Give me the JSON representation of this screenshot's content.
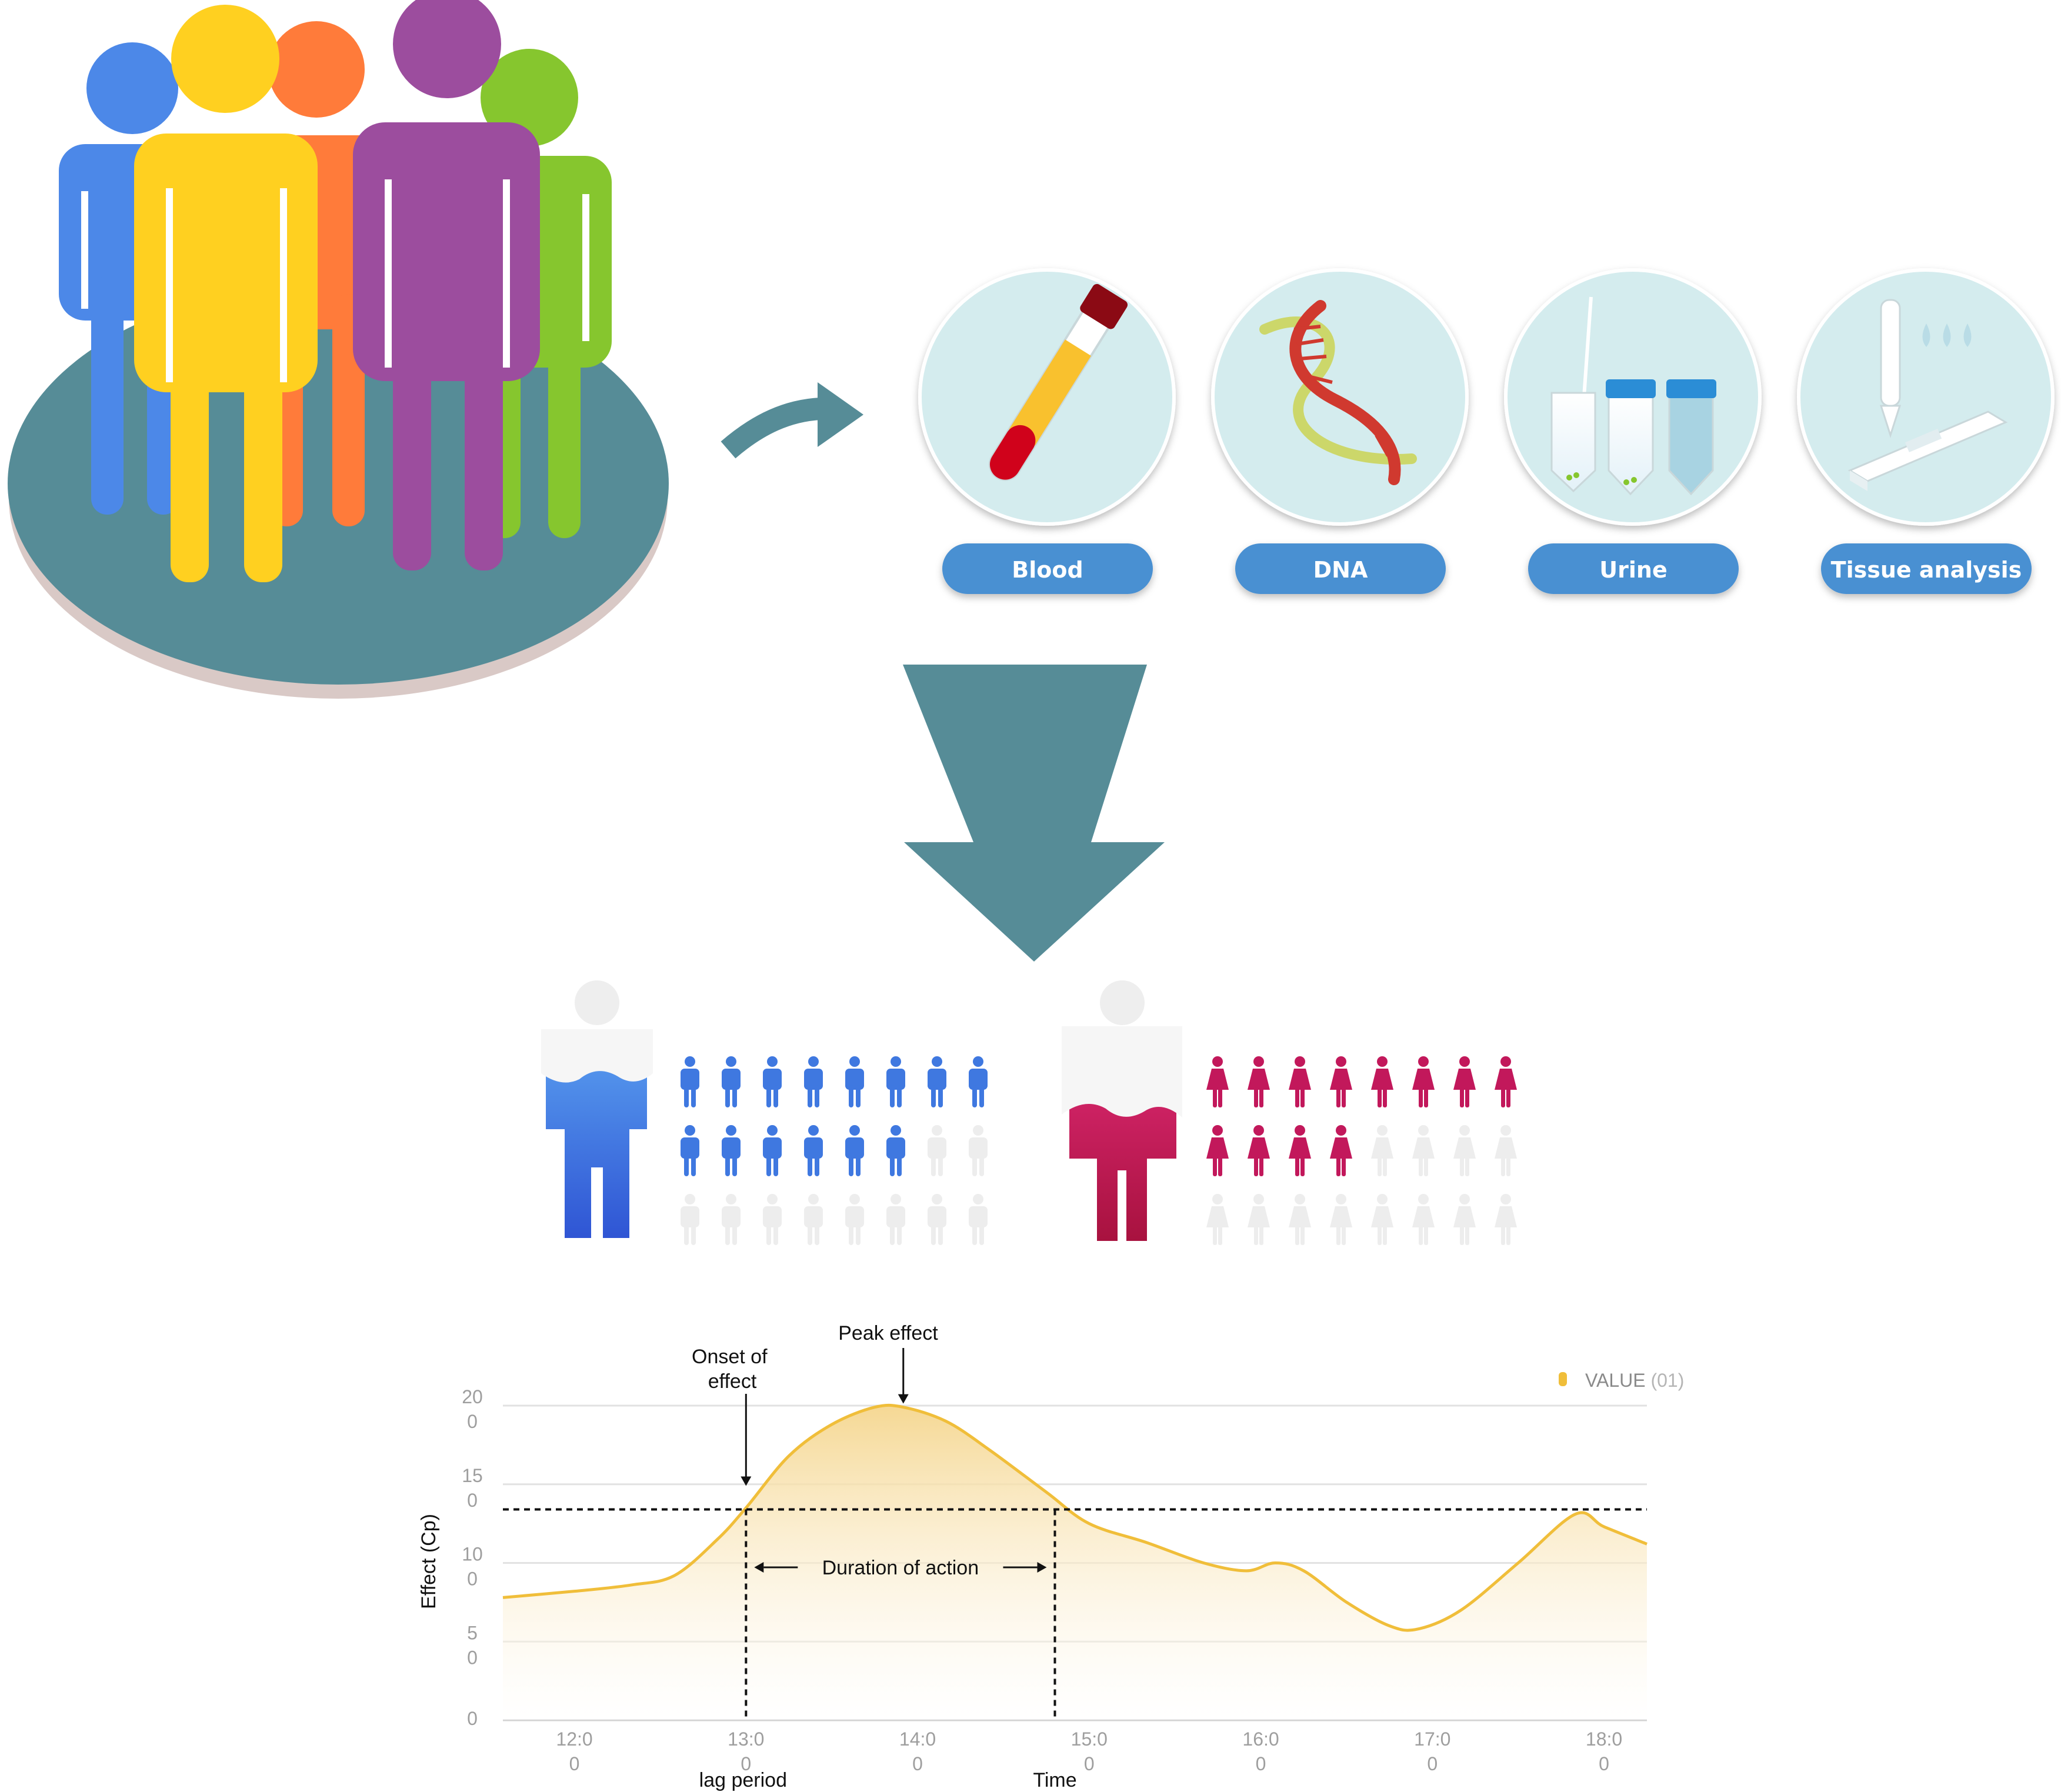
{
  "samples": [
    {
      "label": "Blood",
      "icon": "blood-test-tube-icon"
    },
    {
      "label": "DNA",
      "icon": "dna-helix-icon"
    },
    {
      "label": "Urine",
      "icon": "urine-sample-tubes-icon"
    },
    {
      "label": "Tissue analysis",
      "icon": "tissue-dropper-slide-icon"
    }
  ],
  "colors": {
    "platform": "#568C97",
    "platform_shadow": "#D9C9C6",
    "arrows": "#568C97",
    "pill": "#4A90D2",
    "circle_bg": "#D4ECEE",
    "male": "#3F78E0",
    "female": "#C2185B",
    "person_blue": "#4C88E8",
    "person_yellow": "#FFD020",
    "person_orange": "#FF7B3A",
    "person_purple": "#9C4D9E",
    "person_green": "#86C62E",
    "curve": "#F0BE3A",
    "curve_fill": "#F5D68E"
  },
  "pictograms": {
    "male_filled": 14,
    "male_total": 24,
    "female_filled": 12,
    "female_total": 24
  },
  "chart_data": {
    "type": "area",
    "title": "",
    "ylabel": "Effect (Cp)",
    "xlabel": "",
    "ylim": [
      0,
      200
    ],
    "xlim": [
      "11:35",
      "18:15"
    ],
    "y_ticks": [
      {
        "v": 200,
        "lines": [
          "20",
          "0"
        ]
      },
      {
        "v": 150,
        "lines": [
          "15",
          "0"
        ]
      },
      {
        "v": 100,
        "lines": [
          "10",
          "0"
        ]
      },
      {
        "v": 50,
        "lines": [
          "5",
          "0"
        ]
      },
      {
        "v": 0,
        "lines": [
          "0"
        ]
      }
    ],
    "x_ticks": [
      {
        "t": "12:00",
        "lines": [
          "12:0",
          "0"
        ]
      },
      {
        "t": "13:00",
        "lines": [
          "13:0",
          "0"
        ]
      },
      {
        "t": "14:00",
        "lines": [
          "14:0",
          "0"
        ]
      },
      {
        "t": "15:00",
        "lines": [
          "15:0",
          "0"
        ]
      },
      {
        "t": "16:00",
        "lines": [
          "16:0",
          "0"
        ]
      },
      {
        "t": "17:00",
        "lines": [
          "17:0",
          "0"
        ]
      },
      {
        "t": "18:00",
        "lines": [
          "18:0",
          "0"
        ]
      }
    ],
    "legend": {
      "label": "VALUE",
      "suffix": "(01)",
      "position": "top-right"
    },
    "series": [
      {
        "name": "VALUE (01)",
        "points": [
          [
            "11:35",
            78
          ],
          [
            "12:00",
            82
          ],
          [
            "12:20",
            86
          ],
          [
            "12:35",
            92
          ],
          [
            "12:50",
            115
          ],
          [
            "13:00",
            135
          ],
          [
            "13:15",
            168
          ],
          [
            "13:30",
            188
          ],
          [
            "13:45",
            199
          ],
          [
            "13:55",
            199
          ],
          [
            "14:10",
            190
          ],
          [
            "14:25",
            172
          ],
          [
            "14:45",
            145
          ],
          [
            "15:00",
            125
          ],
          [
            "15:20",
            113
          ],
          [
            "15:40",
            100
          ],
          [
            "15:55",
            95
          ],
          [
            "16:05",
            100
          ],
          [
            "16:15",
            95
          ],
          [
            "16:30",
            75
          ],
          [
            "16:45",
            60
          ],
          [
            "16:55",
            58
          ],
          [
            "17:10",
            70
          ],
          [
            "17:30",
            100
          ],
          [
            "17:50",
            131
          ],
          [
            "18:00",
            123
          ],
          [
            "18:15",
            112
          ]
        ]
      }
    ],
    "threshold": 134,
    "annotations": {
      "onset": {
        "time": "13:00",
        "lines": [
          "Onset of",
          "effect"
        ]
      },
      "peak": {
        "time": "13:55",
        "label": "Peak effect"
      },
      "end": {
        "time": "14:48"
      },
      "duration": "Duration of action",
      "lag": "lag period",
      "time": "Time"
    }
  }
}
